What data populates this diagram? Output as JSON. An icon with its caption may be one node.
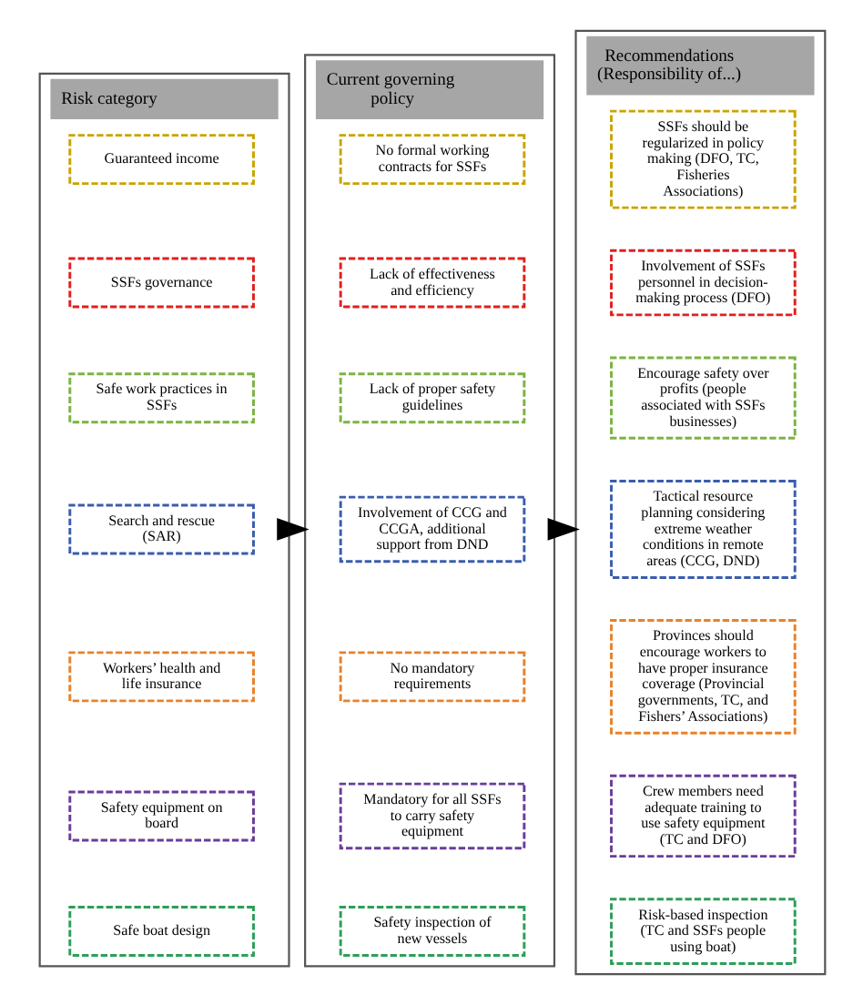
{
  "diagram": {
    "nodes": [
      {
        "text": [
          "Risk category"
        ]
      },
      {
        "text": [
          "Guaranteed income"
        ],
        "in": 0
      },
      {
        "text": [
          "SSFs governance"
        ],
        "in": 0
      },
      {
        "text": [
          "Safe work practices in SSFs"
        ],
        "in": 0
      },
      {
        "text": [
          "Search and rescue (SAR)"
        ],
        "in": 0
      },
      {
        "text": [
          "Workers’ health and life insurance"
        ],
        "in": 0
      },
      {
        "text": [
          "Safety equipment on board"
        ],
        "in": 0
      },
      {
        "text": [
          "Safe boat design"
        ],
        "in": 0
      },
      {
        "text": [
          "Current governing policy"
        ]
      },
      {
        "text": [
          "No formal working contracts for SSFs"
        ],
        "in": 8
      },
      {
        "text": [
          "Lack of effectiveness and efficiency"
        ],
        "in": 8
      },
      {
        "text": [
          "Lack of proper safety guidelines"
        ],
        "in": 8
      },
      {
        "text": [
          "Involvement of CCG and CCGA, additional support from DND"
        ],
        "in": 8
      },
      {
        "text": [
          "No mandatory requirements"
        ],
        "in": 8
      },
      {
        "text": [
          "Mandatory for all SSFs to carry safety equipment"
        ],
        "in": 8
      },
      {
        "text": [
          "Safety inspection of new vessels"
        ],
        "in": 8
      },
      {
        "text": [
          "Recommendations (Responsibility of...)"
        ]
      },
      {
        "text": [
          "SSFs should be regularized in policy making (DFO, TC, Fisheries Associations)"
        ],
        "in": 16
      },
      {
        "text": [
          "Involvement of SSFs personnel in decision-making process (DFO)"
        ],
        "in": 16
      },
      {
        "text": [
          "Encourage safety over profits (people associated with SSFs businesses)"
        ],
        "in": 16
      },
      {
        "text": [
          "Tactical resource planning considering extreme weather conditions in remote areas (CCG, DND)"
        ],
        "in": 16
      },
      {
        "text": [
          "Provinces should encourage workers to have proper insurance coverage (Provincial governments, TC, and Fishers’ Associations)"
        ],
        "in": 16
      },
      {
        "text": [
          "Crew members need adequate training to use safety equipment (TC and DFO)"
        ],
        "in": 16
      },
      {
        "text": [
          "Risk-based inspection (TC and SSFs people using boat)"
        ],
        "in": 16
      }
    ],
    "edges": [
      {
        "from": 0,
        "to": 8,
        "arrow": "to"
      },
      {
        "from": 8,
        "to": 16,
        "arrow": "to"
      }
    ]
  }
}
